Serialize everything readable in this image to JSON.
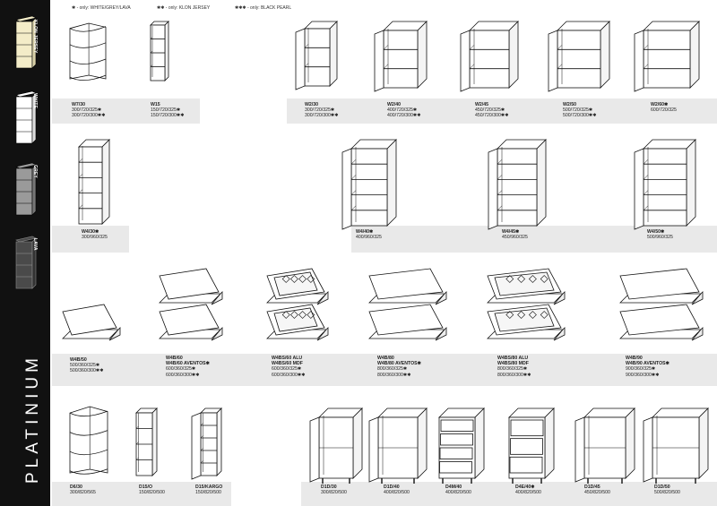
{
  "sidebar": {
    "brand": "PLATINIUM",
    "finishes": [
      {
        "label": "KLON JERSEY",
        "color": "#f3ecc8"
      },
      {
        "label": "WHITE",
        "color": "#ffffff"
      },
      {
        "label": "GREY",
        "color": "#9a9a9a"
      },
      {
        "label": "LAVA",
        "color": "#4a4a4a"
      }
    ]
  },
  "legend": [
    {
      "marker": "✱",
      "text": "- only: WHITE/GREY/LAVA"
    },
    {
      "marker": "✱✱",
      "text": "- only: KLON JERSEY"
    },
    {
      "marker": "✱✱✱",
      "text": "- only: BLACK PEARL"
    }
  ],
  "rows": [
    {
      "items": [
        {
          "code": "W7/30",
          "dims": [
            "300/720/325✱",
            "300/720/300✱✱"
          ]
        },
        {
          "code": "W15",
          "dims": [
            "150/720/325✱",
            "150/720/300✱✱"
          ]
        },
        {
          "code": "W2/30",
          "dims": [
            "300/720/325✱",
            "300/720/300✱✱"
          ]
        },
        {
          "code": "W2/40",
          "dims": [
            "400/720/325✱",
            "400/720/300✱✱"
          ]
        },
        {
          "code": "W2/45",
          "dims": [
            "450/720/325✱",
            "450/720/300✱✱"
          ]
        },
        {
          "code": "W2/50",
          "dims": [
            "500/720/325✱",
            "500/720/300✱✱"
          ]
        },
        {
          "code": "W2/60✱",
          "dims": [
            "600/720/325"
          ]
        }
      ]
    },
    {
      "items": [
        {
          "code": "W4/30✱",
          "dims": [
            "300/960/325"
          ]
        },
        {
          "code": "W4/40✱",
          "dims": [
            "400/960/325"
          ]
        },
        {
          "code": "W4/45✱",
          "dims": [
            "450/960/325"
          ]
        },
        {
          "code": "W4/50✱",
          "dims": [
            "500/960/325"
          ]
        }
      ]
    },
    {
      "items": [
        {
          "code": "W4B/50",
          "dims": [
            "500/360/325✱",
            "500/360/300✱✱"
          ]
        },
        {
          "code": "W4B/60",
          "code2": "W4B/60 AVENTOS✱",
          "dims": [
            "600/360/325✱",
            "600/360/300✱✱"
          ]
        },
        {
          "code": "W4BS/60 ALU",
          "code2": "W4BS/60 MDF",
          "dims": [
            "600/360/325✱",
            "600/360/300✱✱"
          ]
        },
        {
          "code": "W4B/80",
          "code2": "W4B/80 AVENTOS✱",
          "dims": [
            "800/360/325✱",
            "800/360/300✱✱"
          ]
        },
        {
          "code": "W4BS/80 ALU",
          "code2": "W4BS/80 MDF",
          "dims": [
            "800/360/325✱",
            "800/360/300✱✱"
          ]
        },
        {
          "code": "W4B/90",
          "code2": "W4B/90 AVENTOS✱",
          "dims": [
            "900/360/325✱",
            "900/360/300✱✱"
          ]
        }
      ]
    },
    {
      "items": [
        {
          "code": "D6/30",
          "dims": [
            "300/820/565"
          ]
        },
        {
          "code": "D15/O",
          "dims": [
            "150/820/500"
          ]
        },
        {
          "code": "D15/KARGO",
          "dims": [
            "150/820/500"
          ]
        },
        {
          "code": "D1D/30",
          "dims": [
            "300/820/500"
          ]
        },
        {
          "code": "D1D/40",
          "dims": [
            "400/820/500"
          ]
        },
        {
          "code": "D4M/40",
          "dims": [
            "400/820/500"
          ]
        },
        {
          "code": "D4E/40✱",
          "dims": [
            "400/820/500"
          ]
        },
        {
          "code": "D1D/45",
          "dims": [
            "450/820/500"
          ]
        },
        {
          "code": "D1D/50",
          "dims": [
            "500/820/500"
          ]
        }
      ]
    }
  ]
}
